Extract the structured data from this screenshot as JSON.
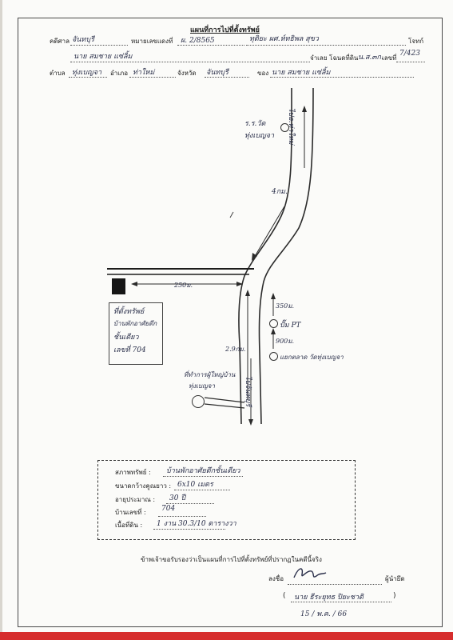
{
  "header": {
    "title": "แผนที่การไปที่ตั้งทรัพย์",
    "court_label": "คดีศาล",
    "court_value": "จันทบุรี",
    "case_no_label": "หมายเลขแดงที่",
    "case_no_value": "ผ. 2/8565",
    "plaintiff_value": "ทุติยะ ผศ.ห์ทธิพล สุขว",
    "plaintiff_label": "โจทก์",
    "defendant_value": "นาย สมชาย แซ่ลิ้ม",
    "property_type_label": "จำเลย โฉนดที่ดิน",
    "property_type_value": "น.ส.๓ก.",
    "deed_no_label": "เลขที่",
    "deed_no_value": "7/423",
    "subdistrict_label": "ตำบล",
    "subdistrict_value": "ทุ่งเบญจา",
    "district_label": "อำเภอ",
    "district_value": "ท่าใหม่",
    "province_label": "จังหวัด",
    "province_value": "จันทบุรี",
    "owner_label": "ของ",
    "owner_value": "นาย สมชาย แซ่ลิ้ม"
  },
  "map": {
    "road_label_right": "ไปอ.ท่าใหม่",
    "school_label_1": "ร.ร.วัด",
    "school_label_2": "ทุ่งเบญจา",
    "distance_4km": "4กม.",
    "distance_250m": "250ม.",
    "distance_2_9km": "2.9กม.",
    "distance_350m": "350ม.",
    "distance_900m": "900ม.",
    "pt_station": "ปั๊ม PT",
    "village_sign": "แยกตลาด วัดทุ่งเบญจา",
    "property_label_1": "ที่ตั้งทรัพย์",
    "property_label_2": "บ้านพักอาศัยตึก",
    "property_label_3": "ชั้นเดียว",
    "property_label_4": "เลขที่ 704",
    "village_office_1": "ที่ทำการผู้ใหญ่บ้าน",
    "village_office_2": "ทุ่งเบญจา",
    "road_label_bottom": "ไปจันทบุรี"
  },
  "info": {
    "condition_label": "สภาพทรัพย์ :",
    "condition_value": "บ้านพักอาศัยตึกชั้นเดียว",
    "size_label": "ขนาดกว้างคูณยาว :",
    "size_value": "6x10 เมตร",
    "age_label": "อายุประมาณ :",
    "age_value": "30 ปี",
    "house_no_label": "บ้านเลขที่ :",
    "house_no_value": "704",
    "area_label": "เนื้อที่ดิน :",
    "area_value": "1 งาน 30.3/10 ตารางวา"
  },
  "certification": {
    "statement": "ข้าพเจ้าขอรับรองว่าเป็นแผนที่การไปที่ตั้งทรัพย์ที่ปรากฏในคดีนี้จริง",
    "sign_label": "ลงชื่อ",
    "role_label": "ผู้นำยึด",
    "printed_name": "นาย ธีระยุทธ ปิยะชาติ",
    "date": "15 / พ.ค. / 66"
  },
  "colors": {
    "ink": "#2a2f4a",
    "print": "#222222",
    "bottom_edge": "#d62d2d"
  }
}
